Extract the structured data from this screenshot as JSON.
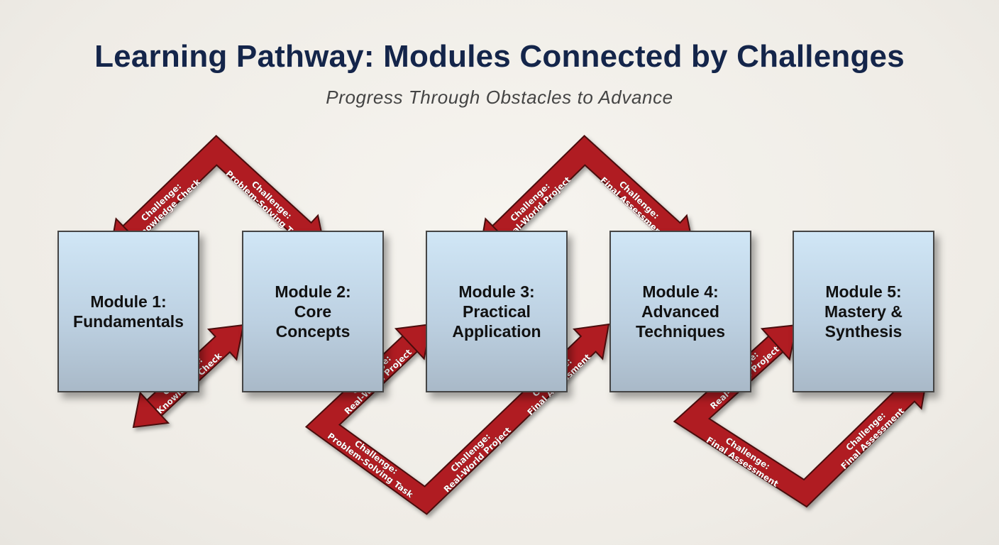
{
  "title": "Learning Pathway: Modules Connected by Challenges",
  "subtitle": "Progress Through Obstacles to Advance",
  "modules": [
    {
      "line1": "Module 1:",
      "line2": "Fundamentals"
    },
    {
      "line1": "Module 2:",
      "line2": "Core\nConcepts"
    },
    {
      "line1": "Module 3:",
      "line2": "Practical\nApplication"
    },
    {
      "line1": "Module 4:",
      "line2": "Advanced\nTechniques"
    },
    {
      "line1": "Module 5:",
      "line2": "Mastery &\nSynthesis"
    }
  ],
  "challenges": {
    "knowledge_check": "Knowledge Check",
    "problem_solving": "Problem-Solving Task",
    "real_world": "Real-World Project",
    "final_assessment": "Final Assessment",
    "prefix": "Challenge:"
  },
  "colors": {
    "arrow_fill": "#b01f24",
    "arrow_stroke": "#4a0a0a",
    "title": "#14254a",
    "module_top": "#d0e6f6",
    "module_bottom": "#a9b9c8"
  }
}
